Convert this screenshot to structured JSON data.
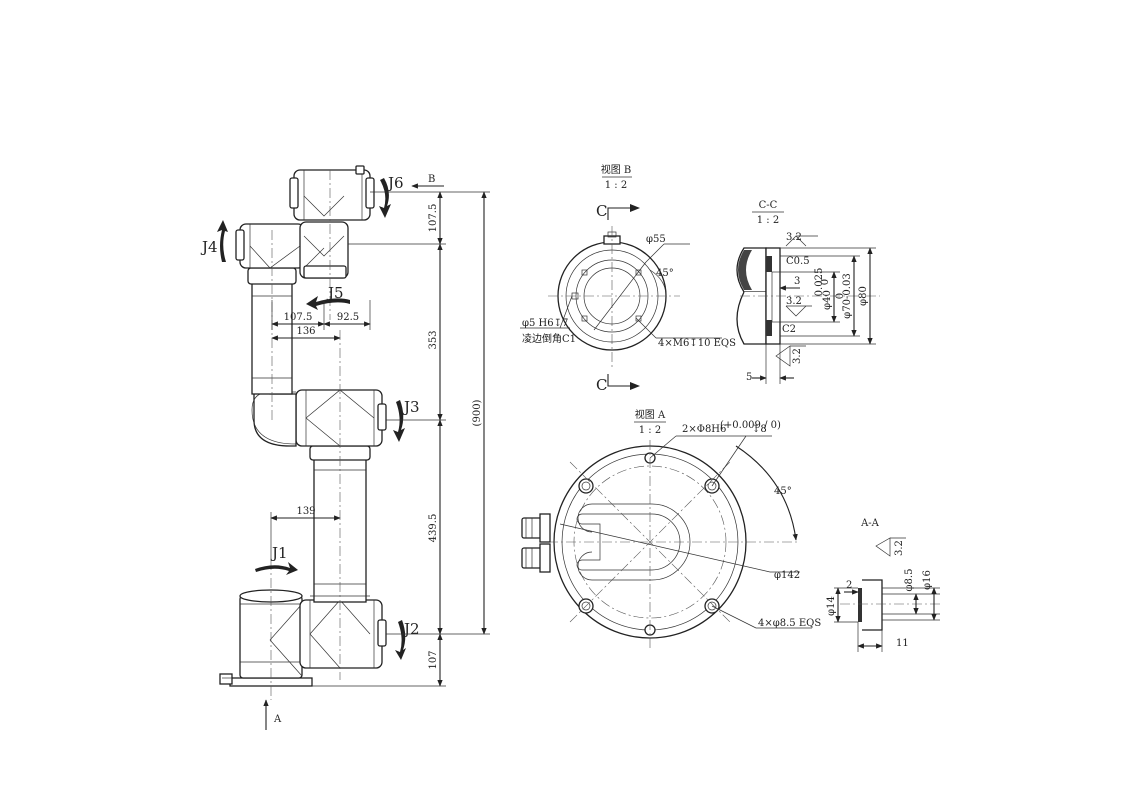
{
  "joints": [
    "J1",
    "J2",
    "J3",
    "J4",
    "J5",
    "J6"
  ],
  "side_view": {
    "dimensions": {
      "total": "(900)",
      "d_107_5_top": "107.5",
      "d_353": "353",
      "d_439_5": "439.5",
      "d_107_bottom": "107",
      "d_107_5_left": "107.5",
      "d_92_5": "92.5",
      "d_136": "136",
      "d_139": "139"
    },
    "view_markers": {
      "a": "A",
      "b": "B"
    }
  },
  "view_b": {
    "title": "视图 B",
    "scale": "1 : 2",
    "section_mark": "C",
    "phi55": "φ55",
    "angle": "45°",
    "hole_note_1": "φ5 H6↧7",
    "hole_note_2": "凌边倒角C1",
    "thread_note": "4×M6↧10 EQS"
  },
  "section_cc": {
    "title": "C-C",
    "scale": "1 : 2",
    "rough_1": "3.2",
    "rough_2": "3.2",
    "rough_3": "3.2",
    "c05": "C0.5",
    "c2": "C2",
    "d3": "3",
    "d5": "5",
    "phi40": "φ40",
    "phi40_tol_up": "0.025",
    "phi40_tol_low": "0",
    "phi70": "φ70-0.03",
    "phi70_tol": "0",
    "phi80": "φ80"
  },
  "view_a": {
    "title": "视图 A",
    "scale": "1 : 2",
    "pin_note": "2×Φ8H6",
    "pin_tol": "(+0.009 / 0)",
    "pin_depth": "↧8",
    "angle": "45°",
    "phi142": "φ142",
    "mount_note": "4×φ8.5 EQS"
  },
  "section_aa": {
    "title": "A-A",
    "rough": "3.2",
    "d2": "2",
    "phi14": "φ14",
    "phi8_5": "φ8.5",
    "phi16": "φ16",
    "d11": "11"
  }
}
